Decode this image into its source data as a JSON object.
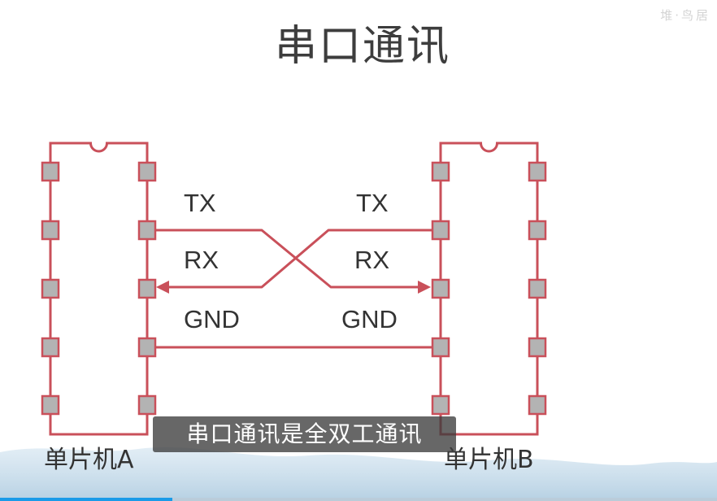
{
  "title": "串口通讯",
  "watermark": "堆·鸟居",
  "diagram": {
    "chip_a": "单片机A",
    "chip_b": "单片机B",
    "left_labels": {
      "tx": "TX",
      "rx": "RX",
      "gnd": "GND"
    },
    "right_labels": {
      "tx": "TX",
      "rx": "RX",
      "gnd": "GND"
    },
    "line_color": "#c9505a",
    "pin_fill": "#b3b3b3"
  },
  "subtitle": "串口通讯是全双工通讯",
  "video": {
    "progress": 0.24,
    "progress_color": "#1a9be8"
  }
}
